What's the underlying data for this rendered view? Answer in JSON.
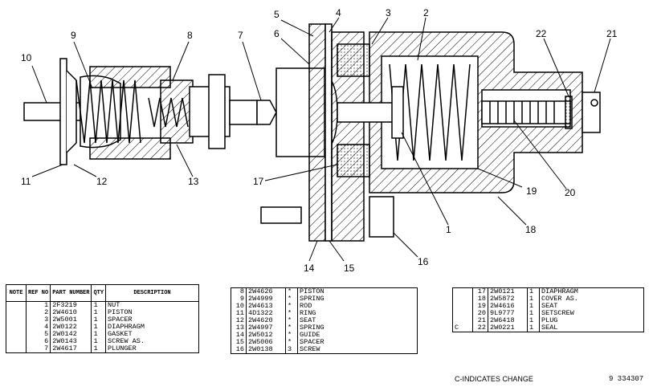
{
  "callouts": {
    "c1": "1",
    "c2": "2",
    "c3": "3",
    "c4": "4",
    "c5": "5",
    "c6": "6",
    "c7": "7",
    "c8": "8",
    "c9": "9",
    "c10": "10",
    "c11": "11",
    "c12": "12",
    "c13": "13",
    "c14": "14",
    "c15": "15",
    "c16": "16",
    "c17": "17",
    "c18": "18",
    "c19": "19",
    "c20": "20",
    "c21": "21",
    "c22": "22"
  },
  "table_headers": {
    "note": "NOTE",
    "ref": "REF NO",
    "part": "PART NUMBER",
    "qty": "QTY",
    "desc": "DESCRIPTION"
  },
  "parts_left": [
    {
      "note": "",
      "ref": "1",
      "part": "2F3219",
      "qty": "1",
      "desc": "NUT"
    },
    {
      "note": "",
      "ref": "2",
      "part": "2W4610",
      "qty": "1",
      "desc": "PISTON"
    },
    {
      "note": "",
      "ref": "3",
      "part": "2W5001",
      "qty": "1",
      "desc": "SPACER"
    },
    {
      "note": "",
      "ref": "4",
      "part": "2W0122",
      "qty": "1",
      "desc": "DIAPHRAGM"
    },
    {
      "note": "",
      "ref": "5",
      "part": "2W0142",
      "qty": "1",
      "desc": "GASKET"
    },
    {
      "note": "",
      "ref": "6",
      "part": "2W0143",
      "qty": "1",
      "desc": "SCREW AS."
    },
    {
      "note": "",
      "ref": "7",
      "part": "2W4617",
      "qty": "1",
      "desc": "PLUNGER"
    }
  ],
  "parts_middle": [
    {
      "ref": "8",
      "part": "2W4626",
      "qty": "*",
      "desc": "PISTON"
    },
    {
      "ref": "9",
      "part": "2W4999",
      "qty": "*",
      "desc": "SPRING"
    },
    {
      "ref": "10",
      "part": "2W4613",
      "qty": "*",
      "desc": "ROD"
    },
    {
      "ref": "11",
      "part": "4D1322",
      "qty": "*",
      "desc": "RING"
    },
    {
      "ref": "12",
      "part": "2W4620",
      "qty": "*",
      "desc": "SEAT"
    },
    {
      "ref": "13",
      "part": "2W4997",
      "qty": "*",
      "desc": "SPRING"
    },
    {
      "ref": "14",
      "part": "2W5012",
      "qty": "*",
      "desc": "GUIDE"
    },
    {
      "ref": "15",
      "part": "2W5006",
      "qty": "*",
      "desc": "SPACER"
    },
    {
      "ref": "16",
      "part": "2W0138",
      "qty": "3",
      "desc": "SCREW"
    }
  ],
  "parts_right": [
    {
      "note": "",
      "ref": "17",
      "part": "2W0121",
      "qty": "1",
      "desc": "DIAPHRAGM"
    },
    {
      "note": "",
      "ref": "18",
      "part": "2W5872",
      "qty": "1",
      "desc": "COVER AS."
    },
    {
      "note": "",
      "ref": "19",
      "part": "2W4616",
      "qty": "1",
      "desc": "SEAT"
    },
    {
      "note": "",
      "ref": "20",
      "part": "9L9777",
      "qty": "1",
      "desc": "SETSCREW"
    },
    {
      "note": "",
      "ref": "21",
      "part": "2W6418",
      "qty": "1",
      "desc": "PLUG"
    },
    {
      "note": "C",
      "ref": "22",
      "part": "2W0221",
      "qty": "1",
      "desc": "SEAL"
    }
  ],
  "footer_note": "C-INDICATES CHANGE",
  "illustration_number": "9 334307"
}
